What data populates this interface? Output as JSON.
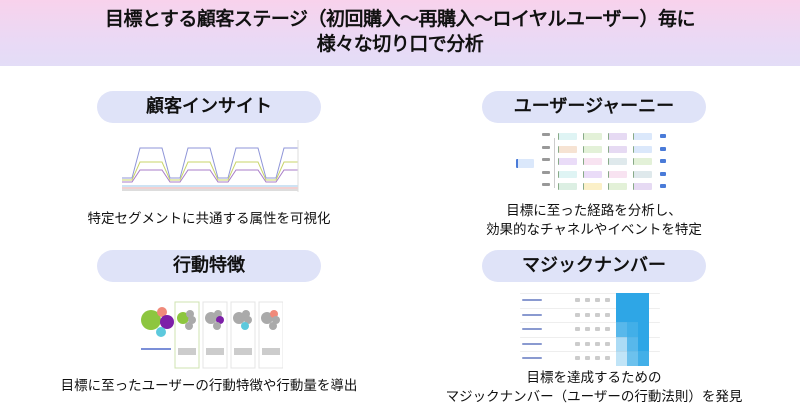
{
  "header": {
    "line1": "目標とする顧客ステージ（初回購入～再購入～ロイヤルユーザー）毎に",
    "line2": "様々な切り口で分析"
  },
  "sections": [
    {
      "title": "顧客インサイト",
      "desc": [
        "特定セグメントに共通する属性を可視化"
      ]
    },
    {
      "title": "ユーザージャーニー",
      "desc": [
        "目標に至った経路を分析し、",
        "効果的なチャネルやイベントを特定"
      ]
    },
    {
      "title": "行動特徴",
      "desc": [
        "目標に至ったユーザーの行動特徴や行動量を導出"
      ]
    },
    {
      "title": "マジックナンバー",
      "desc": [
        "目標を達成するための",
        "マジックナンバー（ユーザーの行動法則）を発見"
      ]
    }
  ],
  "colors": {
    "pill": "#dfe3f8",
    "heat": "#2ea6e6"
  }
}
